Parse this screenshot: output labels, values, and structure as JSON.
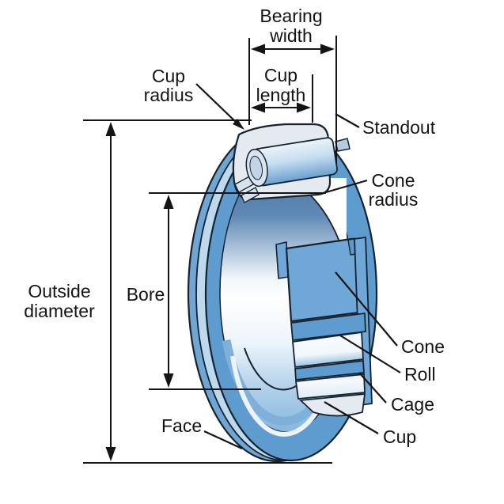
{
  "labels": {
    "bearing_width": {
      "line1": "Bearing",
      "line2": "width"
    },
    "cup_length": {
      "line1": "Cup",
      "line2": "length"
    },
    "cup_radius": {
      "line1": "Cup",
      "line2": "radius"
    },
    "standout": "Standout",
    "cone_radius": {
      "line1": "Cone",
      "line2": "radius"
    },
    "outside_diameter": {
      "line1": "Outside",
      "line2": "diameter"
    },
    "bore": "Bore",
    "cone": "Cone",
    "roll": "Roll",
    "cage": "Cage",
    "cup": "Cup",
    "face": "Face"
  },
  "colors": {
    "background": "#ffffff",
    "dimension_line": "#141414",
    "part_outline": "#16232e",
    "ring_front": "#5e9ccf",
    "rim_band": "#6fa6d4",
    "rim_highlight": "#bcd9ee",
    "interior_top": "#4e73a0",
    "cut_face_gray": "#e5eaf0",
    "cone_block": "#6fa8d8",
    "cage_blue": "#5e9bce",
    "roller_light": "#f4f9fd"
  }
}
